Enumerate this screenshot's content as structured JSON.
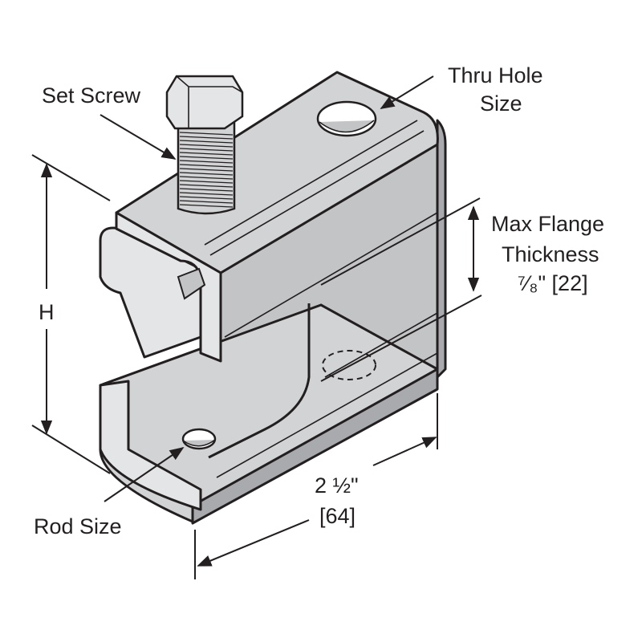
{
  "colors": {
    "metal": "#d2d3d4",
    "metal_light": "#e4e5e6",
    "metal_mid": "#c3c4c6",
    "metal_dark": "#a9aaad",
    "outline": "#231f20",
    "text": "#231f20"
  },
  "labels": {
    "set_screw": "Set Screw",
    "thru_hole_line1": "Thru Hole",
    "thru_hole_line2": "Size",
    "max_flange_line1": "Max Flange",
    "max_flange_line2": "Thickness",
    "max_flange_line3": "⁷⁄₈\" [22]",
    "height": "H",
    "width_imperial": "2 ½\"",
    "width_metric": "[64]",
    "rod_size": "Rod Size"
  }
}
